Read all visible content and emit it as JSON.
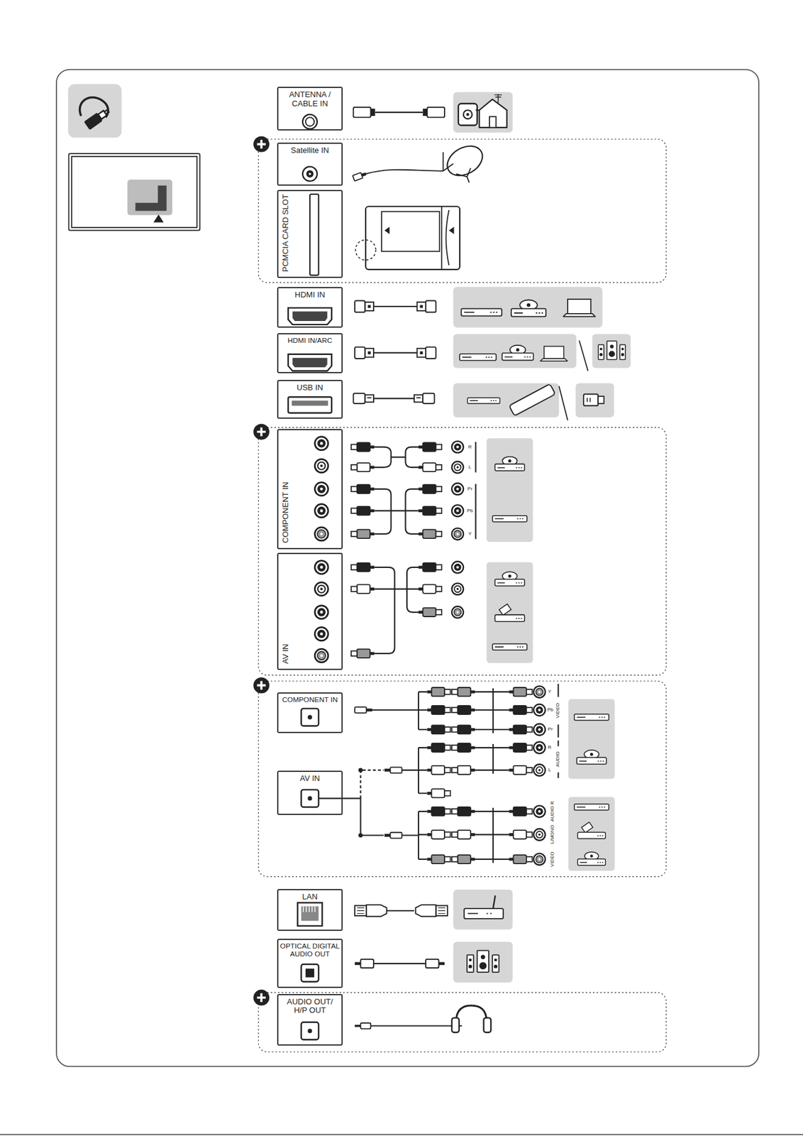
{
  "diagram": {
    "nodes": [
      {
        "text": [
          "ANTENNA / CABLE IN"
        ]
      },
      {
        "text": [
          "Satellite IN"
        ]
      },
      {
        "text": [
          "PCMCIA CARD SLOT"
        ]
      },
      {
        "text": [
          "HDMI IN"
        ]
      },
      {
        "text": [
          "HDMI IN/ARC"
        ]
      },
      {
        "text": [
          "USB IN"
        ]
      },
      {
        "text": [
          "COMPONENT IN"
        ]
      },
      {
        "text": [
          "AV IN"
        ]
      },
      {
        "text": [
          "COMPONENT IN"
        ]
      },
      {
        "text": [
          "AV IN"
        ]
      },
      {
        "text": [
          "LAN"
        ]
      },
      {
        "text": [
          "OPTICAL DIGITAL AUDIO OUT"
        ]
      },
      {
        "text": [
          "AUDIO OUT/ H/P OUT"
        ]
      }
    ],
    "labels": [
      "R",
      "L",
      "Pr",
      "Pb",
      "Y",
      "Y",
      "Pb",
      "Pr",
      "VIDEO",
      "R",
      "L",
      "AUDIO",
      "AUDIO R",
      "L/MONO",
      "VIDEO"
    ]
  }
}
